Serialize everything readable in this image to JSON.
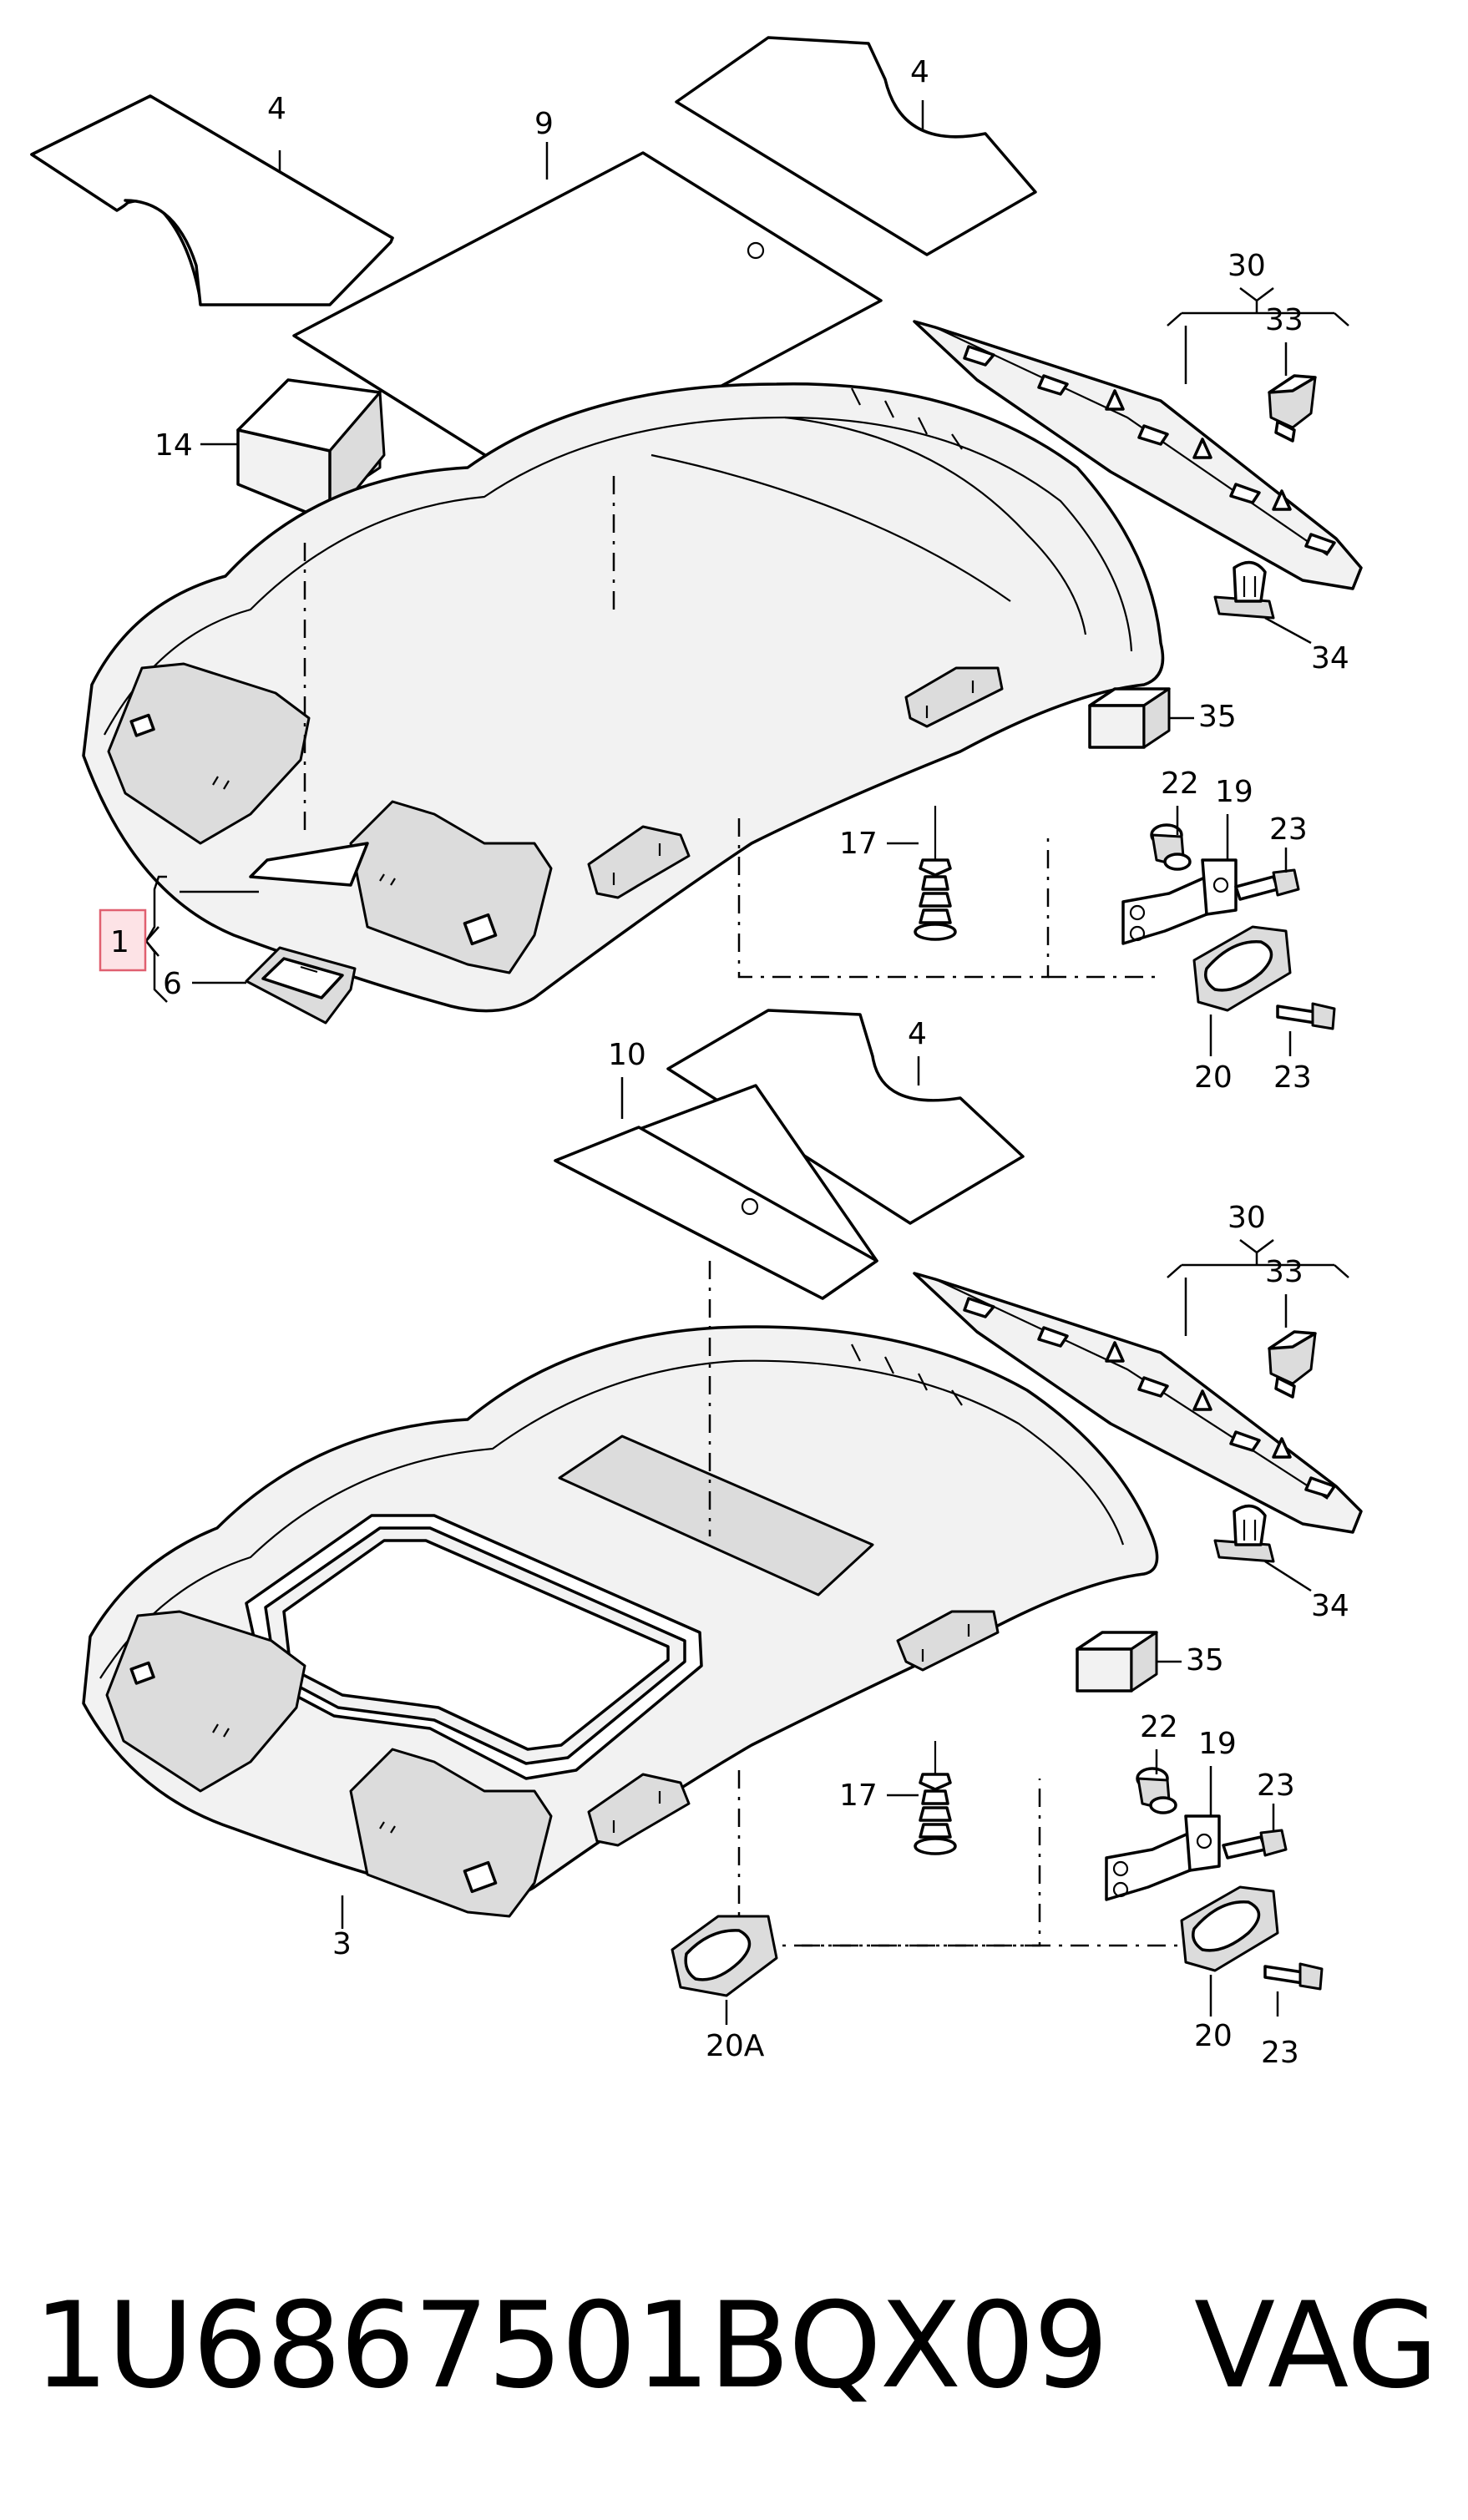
{
  "labels": {
    "l1": "1",
    "l3": "3",
    "l4a": "4",
    "l4b": "4",
    "l4c": "4",
    "l6": "6",
    "l9": "9",
    "l10": "10",
    "l14": "14",
    "l17a": "17",
    "l17b": "17",
    "l19a": "19",
    "l19b": "19",
    "l20a": "20",
    "l20b": "20",
    "l20A": "20A",
    "l22a": "22",
    "l22b": "22",
    "l23a": "23",
    "l23b": "23",
    "l23c": "23",
    "l23d": "23",
    "l30a": "30",
    "l30b": "30",
    "l33a": "33",
    "l33b": "33",
    "l34a": "34",
    "l34b": "34",
    "l35a": "35",
    "l35b": "35"
  },
  "footer": {
    "part_number": "1U6867501BQX09",
    "brand": "VAG"
  },
  "colors": {
    "highlight_fill": "#fde3e6",
    "highlight_stroke": "#e06070",
    "line": "#000000"
  }
}
